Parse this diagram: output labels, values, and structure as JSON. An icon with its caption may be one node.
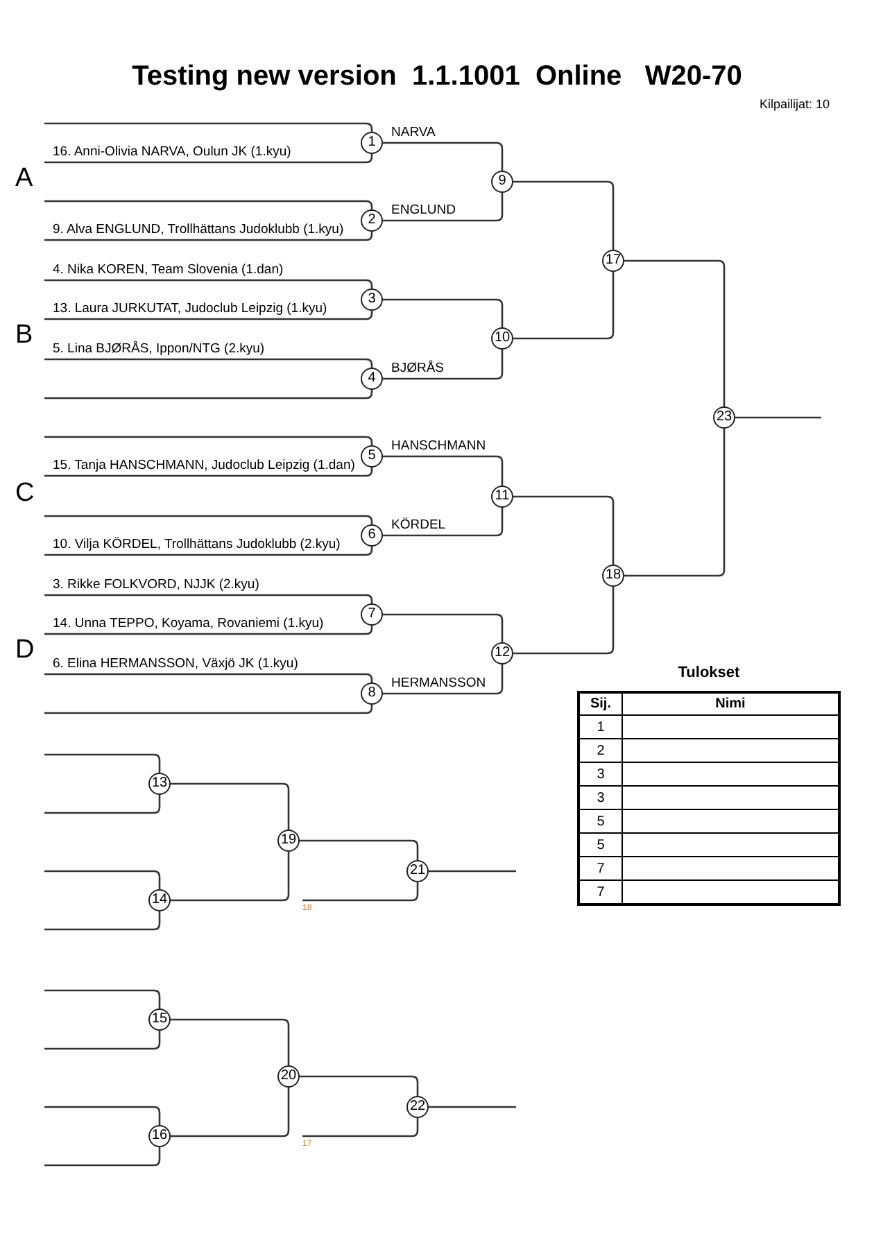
{
  "diagram": {
    "title": "Testing new version  1.1.1001  Online   W20-70",
    "nodes": [
      {
        "text": [
          "1"
        ]
      },
      {
        "text": [
          "2"
        ]
      },
      {
        "text": [
          "3"
        ]
      },
      {
        "text": [
          "4"
        ]
      },
      {
        "text": [
          "5"
        ]
      },
      {
        "text": [
          "6"
        ]
      },
      {
        "text": [
          "7"
        ]
      },
      {
        "text": [
          "8"
        ]
      },
      {
        "text": [
          "9"
        ]
      },
      {
        "text": [
          "10"
        ]
      },
      {
        "text": [
          "11"
        ]
      },
      {
        "text": [
          "12"
        ]
      },
      {
        "text": [
          "13"
        ]
      },
      {
        "text": [
          "14"
        ]
      },
      {
        "text": [
          "15"
        ]
      },
      {
        "text": [
          "16"
        ]
      },
      {
        "text": [
          "17"
        ]
      },
      {
        "text": [
          "18"
        ]
      },
      {
        "text": [
          "19"
        ]
      },
      {
        "text": [
          "20"
        ]
      },
      {
        "text": [
          "21"
        ]
      },
      {
        "text": [
          "22"
        ]
      },
      {
        "text": [
          "23"
        ]
      }
    ],
    "edges": [
      {
        "from": null,
        "to": 0,
        "arrow": "none"
      },
      {
        "from": null,
        "to": 0,
        "arrow": "none",
        "label": "16. Anni-Olivia NARVA, Oulun JK (1.kyu)"
      },
      {
        "from": null,
        "to": 1,
        "arrow": "none"
      },
      {
        "from": null,
        "to": 1,
        "arrow": "none",
        "label": "9. Alva ENGLUND, Trollhättans Judoklubb (1.kyu)"
      },
      {
        "from": null,
        "to": 2,
        "arrow": "none",
        "label": "4. Nika KOREN, Team Slovenia (1.dan)"
      },
      {
        "from": null,
        "to": 2,
        "arrow": "none",
        "label": "13. Laura JURKUTAT, Judoclub Leipzig (1.kyu)"
      },
      {
        "from": null,
        "to": 3,
        "arrow": "none",
        "label": "5. Lina BJØRÅS, Ippon/NTG (2.kyu)"
      },
      {
        "from": null,
        "to": 3,
        "arrow": "none"
      },
      {
        "from": null,
        "to": 4,
        "arrow": "none"
      },
      {
        "from": null,
        "to": 4,
        "arrow": "none",
        "label": "15. Tanja HANSCHMANN, Judoclub Leipzig (1.dan)"
      },
      {
        "from": null,
        "to": 5,
        "arrow": "none"
      },
      {
        "from": null,
        "to": 5,
        "arrow": "none",
        "label": "10. Vilja KÖRDEL, Trollhättans Judoklubb (2.kyu)"
      },
      {
        "from": null,
        "to": 6,
        "arrow": "none",
        "label": "3. Rikke FOLKVORD, NJJK (2.kyu)"
      },
      {
        "from": null,
        "to": 6,
        "arrow": "none",
        "label": "14. Unna TEPPO, Koyama, Rovaniemi (1.kyu)"
      },
      {
        "from": null,
        "to": 7,
        "arrow": "none",
        "label": "6. Elina HERMANSSON, Växjö JK (1.kyu)"
      },
      {
        "from": null,
        "to": 7,
        "arrow": "none"
      },
      {
        "from": 0,
        "to": 8,
        "arrow": "none",
        "label": "NARVA"
      },
      {
        "from": 1,
        "to": 8,
        "arrow": "none",
        "label": "ENGLUND"
      },
      {
        "from": 2,
        "to": 9,
        "arrow": "none"
      },
      {
        "from": 3,
        "to": 9,
        "arrow": "none",
        "label": "BJØRÅS"
      },
      {
        "from": 4,
        "to": 10,
        "arrow": "none",
        "label": "HANSCHMANN"
      },
      {
        "from": 5,
        "to": 10,
        "arrow": "none",
        "label": "KÖRDEL"
      },
      {
        "from": 6,
        "to": 11,
        "arrow": "none"
      },
      {
        "from": 7,
        "to": 11,
        "arrow": "none",
        "label": "HERMANSSON"
      },
      {
        "from": 8,
        "to": 16,
        "arrow": "none"
      },
      {
        "from": 9,
        "to": 16,
        "arrow": "none"
      },
      {
        "from": 10,
        "to": 17,
        "arrow": "none"
      },
      {
        "from": 11,
        "to": 17,
        "arrow": "none"
      },
      {
        "from": 16,
        "to": 22,
        "arrow": "none"
      },
      {
        "from": 17,
        "to": 22,
        "arrow": "none"
      },
      {
        "from": 22,
        "to": null,
        "arrow": "none"
      },
      {
        "from": null,
        "to": 12,
        "arrow": "none"
      },
      {
        "from": null,
        "to": 12,
        "arrow": "none"
      },
      {
        "from": null,
        "to": 13,
        "arrow": "none"
      },
      {
        "from": null,
        "to": 13,
        "arrow": "none"
      },
      {
        "from": null,
        "to": 14,
        "arrow": "none"
      },
      {
        "from": null,
        "to": 14,
        "arrow": "none"
      },
      {
        "from": null,
        "to": 15,
        "arrow": "none"
      },
      {
        "from": null,
        "to": 15,
        "arrow": "none"
      },
      {
        "from": 12,
        "to": 18,
        "arrow": "none"
      },
      {
        "from": 13,
        "to": 18,
        "arrow": "none"
      },
      {
        "from": 14,
        "to": 19,
        "arrow": "none"
      },
      {
        "from": 15,
        "to": 19,
        "arrow": "none"
      },
      {
        "from": 18,
        "to": 20,
        "arrow": "none"
      },
      {
        "from": null,
        "to": 20,
        "arrow": "none",
        "label": "18"
      },
      {
        "from": 19,
        "to": 21,
        "arrow": "none"
      },
      {
        "from": null,
        "to": 21,
        "arrow": "none",
        "label": "17"
      },
      {
        "from": 20,
        "to": null,
        "arrow": "none"
      },
      {
        "from": 21,
        "to": null,
        "arrow": "none"
      }
    ],
    "labels": [
      "Kilpailijat: 10",
      "A",
      "B",
      "C",
      "D",
      "Tulokset",
      "Sij.",
      "Nimi",
      "1",
      "2",
      "3",
      "3",
      "5",
      "5",
      "7",
      "7"
    ]
  }
}
